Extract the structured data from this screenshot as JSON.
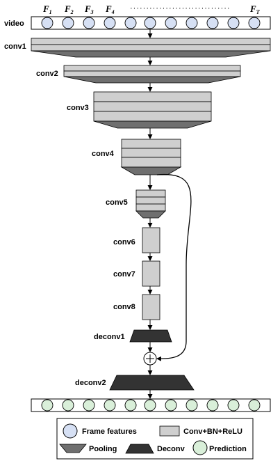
{
  "row_labels": {
    "video": "video",
    "conv1": "conv1",
    "conv2": "conv2",
    "conv3": "conv3",
    "conv4": "conv4",
    "conv5": "conv5",
    "conv6": "conv6",
    "conv7": "conv7",
    "conv8": "conv8",
    "deconv1": "deconv1",
    "deconv2": "deconv2"
  },
  "frame_labels": {
    "f1": {
      "main": "F",
      "sub": "1"
    },
    "f2": {
      "main": "F",
      "sub": "2"
    },
    "f3": {
      "main": "F",
      "sub": "3"
    },
    "f4": {
      "main": "F",
      "sub": "4"
    },
    "dots": "·······························",
    "ft": {
      "main": "F",
      "sub": "T"
    }
  },
  "legend": {
    "frame_features": "Frame features",
    "conv_bn_relu": "Conv+BN+ReLU",
    "pooling": "Pooling",
    "deconv": "Deconv",
    "prediction": "Prediction"
  },
  "colors": {
    "frame_fill": "#d6e0f4",
    "prediction_fill": "#d9efd9",
    "conv_fill": "#cfcfcf",
    "pool_fill": "#6f6f6f",
    "deconv_fill": "#333333",
    "stroke": "#000000"
  }
}
